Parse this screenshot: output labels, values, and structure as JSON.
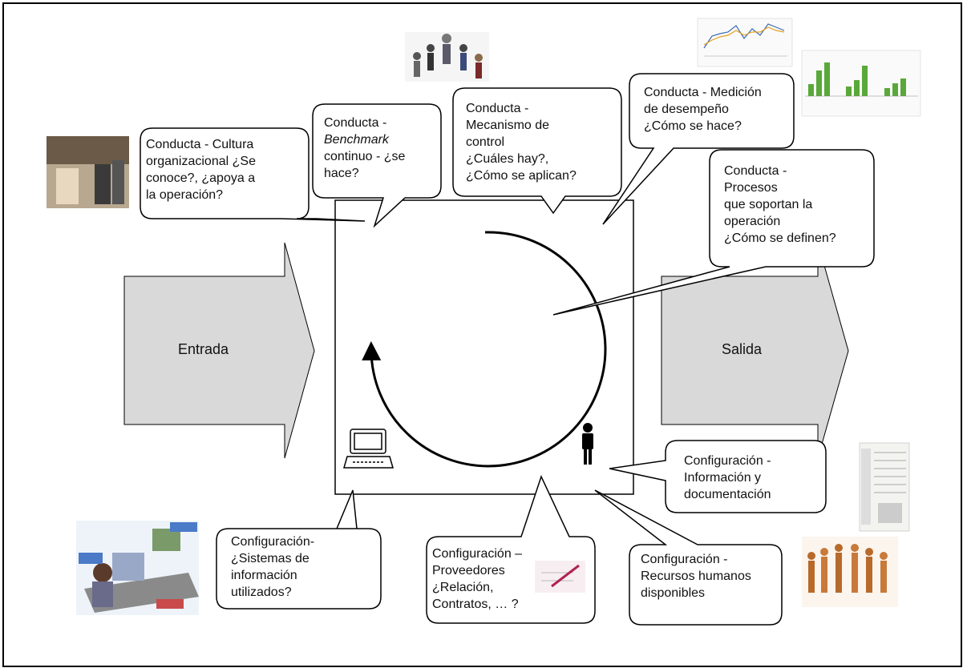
{
  "diagram": {
    "input_label": "Entrada",
    "output_label": "Salida",
    "callouts": {
      "cultura": [
        "Conducta - Cultura",
        "organizacional ¿Se",
        "conoce?, ¿apoya a",
        "la operación?"
      ],
      "benchmark": {
        "line1": "Conducta -",
        "italic": "Benchmark",
        "line3": "continuo - ¿se",
        "line4": "hace?"
      },
      "control": [
        "Conducta -",
        "Mecanismo de",
        "control",
        "¿Cuáles hay?,",
        "¿Cómo se aplican?"
      ],
      "medicion": [
        "Conducta - Medición",
        "de desempeño",
        "¿Cómo se hace?"
      ],
      "procesos": [
        "Conducta -",
        "Procesos",
        "que soportan la",
        "operación",
        "¿Cómo se definen?"
      ],
      "informacion": [
        "Configuración -",
        "Información y",
        "documentación"
      ],
      "sistemas": [
        "Configuración-",
        "¿Sistemas de",
        "información",
        "utilizados?"
      ],
      "proveedores": [
        "Configuración –",
        "Proveedores",
        "¿Relación,",
        "Contratos, … ?"
      ],
      "recursos": [
        "Configuración -",
        "Recursos humanos",
        "disponibles"
      ]
    },
    "colors": {
      "arrow_fill": "#d9d9d9",
      "stroke": "#000000"
    }
  }
}
